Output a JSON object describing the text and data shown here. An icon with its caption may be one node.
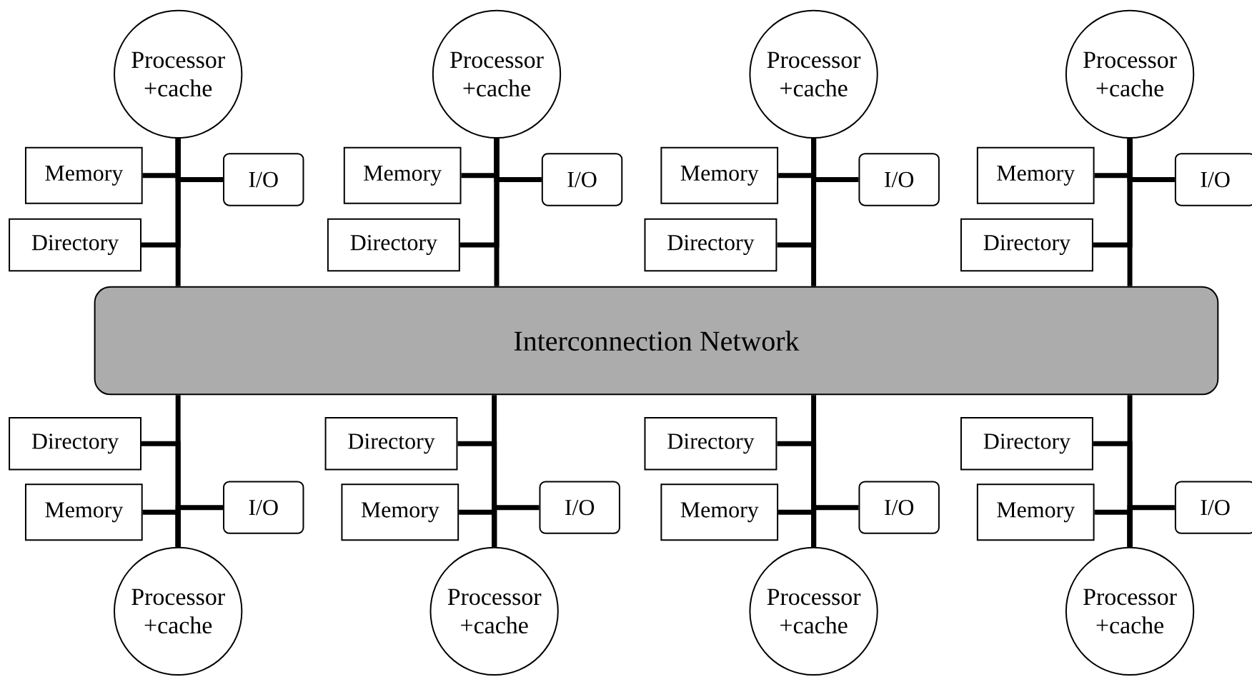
{
  "diagram": {
    "nodes": [
      {
        "text": [
          "Processor +cache"
        ]
      },
      {
        "text": [
          "Memory"
        ]
      },
      {
        "text": [
          "I/O"
        ]
      },
      {
        "text": [
          "Directory"
        ]
      },
      {
        "text": [
          "Processor +cache"
        ]
      },
      {
        "text": [
          "Memory"
        ]
      },
      {
        "text": [
          "I/O"
        ]
      },
      {
        "text": [
          "Directory"
        ]
      },
      {
        "text": [
          "Processor +cache"
        ]
      },
      {
        "text": [
          "Memory"
        ]
      },
      {
        "text": [
          "I/O"
        ]
      },
      {
        "text": [
          "Directory"
        ]
      },
      {
        "text": [
          "Processor +cache"
        ]
      },
      {
        "text": [
          "Memory"
        ]
      },
      {
        "text": [
          "I/O"
        ]
      },
      {
        "text": [
          "Directory"
        ]
      },
      {
        "text": [
          "Interconnection Network"
        ]
      },
      {
        "text": [
          "Directory"
        ]
      },
      {
        "text": [
          "Memory"
        ]
      },
      {
        "text": [
          "I/O"
        ]
      },
      {
        "text": [
          "Processor +cache"
        ]
      },
      {
        "text": [
          "Directory"
        ]
      },
      {
        "text": [
          "Memory"
        ]
      },
      {
        "text": [
          "I/O"
        ]
      },
      {
        "text": [
          "Processor +cache"
        ]
      },
      {
        "text": [
          "Directory"
        ]
      },
      {
        "text": [
          "Memory"
        ]
      },
      {
        "text": [
          "I/O"
        ]
      },
      {
        "text": [
          "Processor +cache"
        ]
      },
      {
        "text": [
          "Directory"
        ]
      },
      {
        "text": [
          "Memory"
        ]
      },
      {
        "text": [
          "I/O"
        ]
      },
      {
        "text": [
          "Processor +cache"
        ]
      }
    ],
    "edges": [
      {
        "from": 0,
        "to": 16,
        "arrow": "none"
      },
      {
        "from": 1,
        "to": 0,
        "arrow": "none"
      },
      {
        "from": 2,
        "to": 0,
        "arrow": "none"
      },
      {
        "from": 3,
        "to": 0,
        "arrow": "none"
      },
      {
        "from": 4,
        "to": 16,
        "arrow": "none"
      },
      {
        "from": 5,
        "to": 4,
        "arrow": "none"
      },
      {
        "from": 6,
        "to": 4,
        "arrow": "none"
      },
      {
        "from": 7,
        "to": 4,
        "arrow": "none"
      },
      {
        "from": 8,
        "to": 16,
        "arrow": "none"
      },
      {
        "from": 9,
        "to": 8,
        "arrow": "none"
      },
      {
        "from": 10,
        "to": 8,
        "arrow": "none"
      },
      {
        "from": 11,
        "to": 8,
        "arrow": "none"
      },
      {
        "from": 12,
        "to": 16,
        "arrow": "none"
      },
      {
        "from": 13,
        "to": 12,
        "arrow": "none"
      },
      {
        "from": 14,
        "to": 12,
        "arrow": "none"
      },
      {
        "from": 15,
        "to": 12,
        "arrow": "none"
      },
      {
        "from": 20,
        "to": 16,
        "arrow": "none"
      },
      {
        "from": 17,
        "to": 20,
        "arrow": "none"
      },
      {
        "from": 18,
        "to": 20,
        "arrow": "none"
      },
      {
        "from": 19,
        "to": 20,
        "arrow": "none"
      },
      {
        "from": 24,
        "to": 16,
        "arrow": "none"
      },
      {
        "from": 21,
        "to": 24,
        "arrow": "none"
      },
      {
        "from": 22,
        "to": 24,
        "arrow": "none"
      },
      {
        "from": 23,
        "to": 24,
        "arrow": "none"
      },
      {
        "from": 28,
        "to": 16,
        "arrow": "none"
      },
      {
        "from": 25,
        "to": 28,
        "arrow": "none"
      },
      {
        "from": 26,
        "to": 28,
        "arrow": "none"
      },
      {
        "from": 27,
        "to": 28,
        "arrow": "none"
      },
      {
        "from": 32,
        "to": 16,
        "arrow": "none"
      },
      {
        "from": 29,
        "to": 32,
        "arrow": "none"
      },
      {
        "from": 30,
        "to": 32,
        "arrow": "none"
      },
      {
        "from": 31,
        "to": 32,
        "arrow": "none"
      }
    ]
  }
}
